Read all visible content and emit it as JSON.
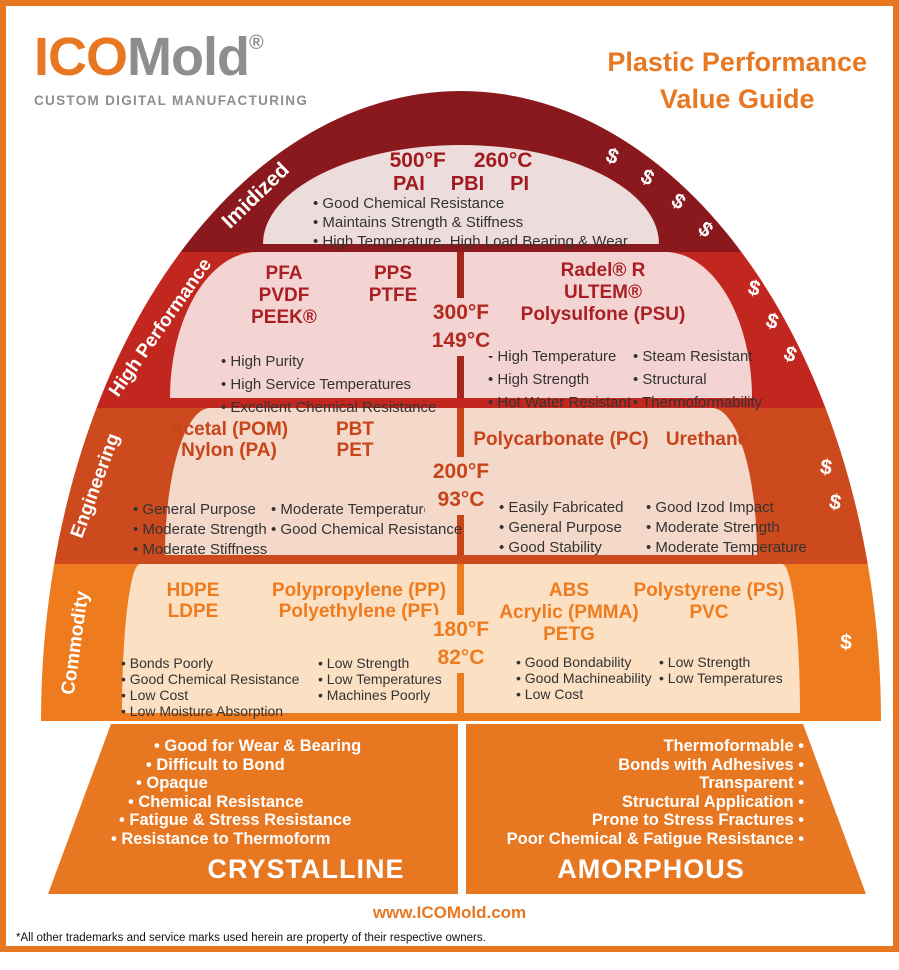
{
  "page": {
    "logo": {
      "part1": "ICO",
      "part2": "Mold",
      "registered": "®",
      "tagline": "CUSTOM DIGITAL MANUFACTURING"
    },
    "title": {
      "line1": "Plastic Performance",
      "line2": "Value Guide"
    },
    "footer": {
      "website": "www.ICOMold.com",
      "disclaimer": "*All other trademarks and service marks used herein are property of their respective owners."
    },
    "dollar_symbol": "$"
  },
  "colors": {
    "brand_orange": "#E87722",
    "imidized_band": "#8A191E",
    "imidized_fill": "#EDDCDC",
    "high_performance_band": "#C1271E",
    "high_performance_fill": "#F3D4D2",
    "engineering_band": "#CC4A1E",
    "engineering_fill": "#F4D9CA",
    "commodity_band": "#EE7C1F",
    "commodity_fill": "#FCE0C4",
    "dark_red_accent": "#A6251D"
  },
  "tiers": [
    {
      "label": "Imidized",
      "dollars": 4,
      "temp_f": "500°F",
      "temp_c": "260°C",
      "materials": [
        "PAI",
        "PBI",
        "PI"
      ],
      "bullets": [
        "Good Chemical Resistance",
        "Maintains Strength & Stiffness",
        "High Temperature, High Load Bearing & Wear"
      ]
    },
    {
      "label": "High Performance",
      "dollars": 3,
      "temp_f": "300°F",
      "temp_c": "149°C",
      "left": {
        "materials_col1": [
          "PFA",
          "PVDF",
          "PEEK®"
        ],
        "materials_col2": [
          "PPS",
          "PTFE"
        ],
        "bullets_col1": [
          "High Purity",
          "High Service Temperatures",
          "Excellent Chemical Resistance"
        ]
      },
      "right": {
        "materials_col1": [
          "Radel® R",
          "ULTEM®",
          "Polysulfone (PSU)"
        ],
        "bullets_col1": [
          "High Temperature",
          "High Strength",
          "Hot Water Resistant"
        ],
        "bullets_col2": [
          "Steam Resistant",
          "Structural",
          "Thermoformability"
        ]
      }
    },
    {
      "label": "Engineering",
      "dollars": 2,
      "temp_f": "200°F",
      "temp_c": "93°C",
      "left": {
        "materials_col1": [
          "Acetal (POM)",
          "Nylon (PA)"
        ],
        "materials_col2": [
          "PBT",
          "PET"
        ],
        "bullets_col1": [
          "General Purpose",
          "Moderate Strength",
          "Moderate Stiffness"
        ],
        "bullets_col2": [
          "Moderate Temperature",
          "Good Chemical Resistance"
        ]
      },
      "right": {
        "materials_col1": [
          "Polycarbonate (PC)"
        ],
        "materials_col2": [
          "Urethane"
        ],
        "bullets_col1": [
          "Easily Fabricated",
          "General Purpose",
          "Good Stability"
        ],
        "bullets_col2": [
          "Good Izod Impact",
          "Moderate Strength",
          "Moderate Temperature"
        ]
      }
    },
    {
      "label": "Commodity",
      "dollars": 1,
      "temp_f": "180°F",
      "temp_c": "82°C",
      "left": {
        "materials_col1": [
          "HDPE",
          "LDPE"
        ],
        "materials_col2": [
          "Polypropylene (PP)",
          "Polyethylene (PE)"
        ],
        "bullets_col1": [
          "Bonds Poorly",
          "Good Chemical Resistance",
          "Low Cost",
          "Low Moisture Absorption"
        ],
        "bullets_col2": [
          "Low Strength",
          "Low Temperatures",
          "Machines Poorly"
        ]
      },
      "right": {
        "materials_col1": [
          "ABS",
          "Acrylic (PMMA)",
          "PETG"
        ],
        "materials_col2": [
          "Polystyrene (PS)",
          "PVC"
        ],
        "bullets_col1": [
          "Good Bondability",
          "Good Machineability",
          "Low Cost"
        ],
        "bullets_col2": [
          "Low Strength",
          "Low Temperatures"
        ]
      }
    }
  ],
  "bottom": {
    "crystalline": {
      "title": "CRYSTALLINE",
      "bullets": [
        "Good for Wear & Bearing",
        "Difficult to Bond",
        "Opaque",
        "Chemical Resistance",
        "Fatigue & Stress Resistance",
        "Resistance to Thermoform"
      ]
    },
    "amorphous": {
      "title": "AMORPHOUS",
      "bullets": [
        "Thermoformable",
        "Bonds with Adhesives",
        "Transparent",
        "Structural Application",
        "Prone to Stress Fractures",
        "Poor Chemical & Fatigue Resistance"
      ]
    }
  }
}
